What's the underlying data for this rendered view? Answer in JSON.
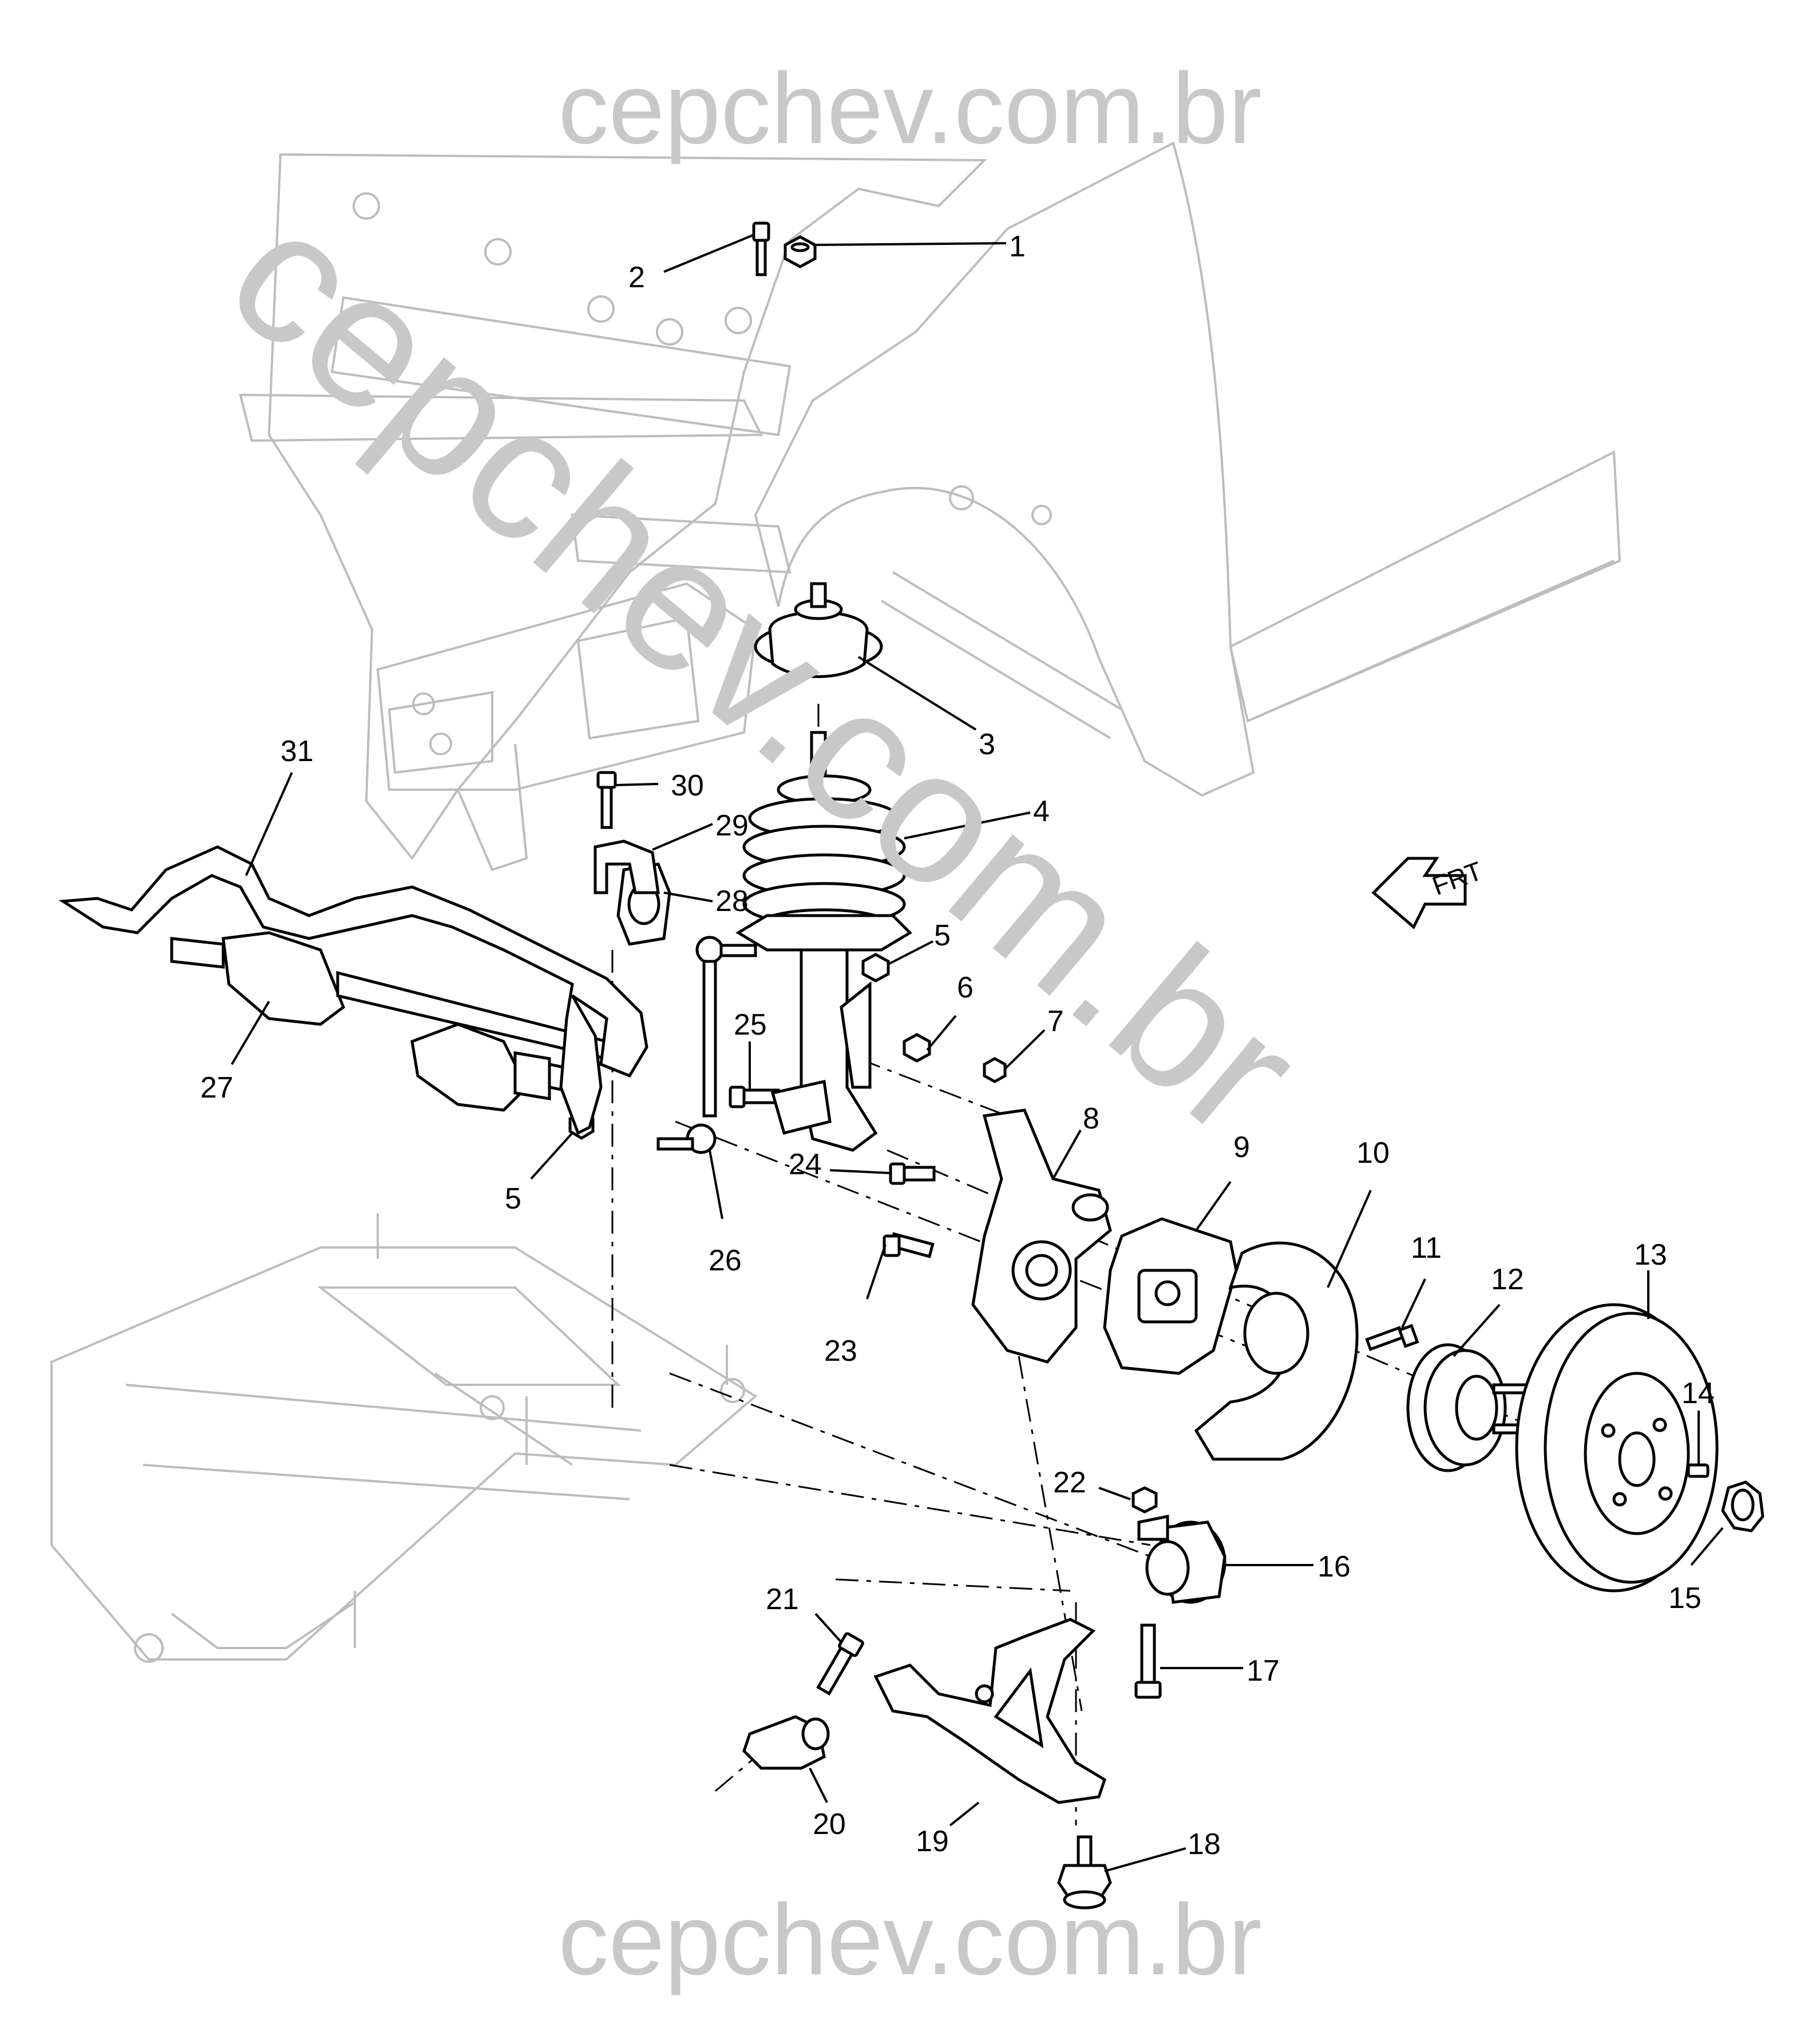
{
  "watermark": {
    "top": "cepchev.com.br",
    "bottom": "cepchev.com.br",
    "diagonal": "cepchev.com.br"
  },
  "frt_label": "FRT",
  "callouts": [
    {
      "id": "1",
      "label": "1"
    },
    {
      "id": "2",
      "label": "2"
    },
    {
      "id": "3",
      "label": "3"
    },
    {
      "id": "4",
      "label": "4"
    },
    {
      "id": "5a",
      "label": "5"
    },
    {
      "id": "5b",
      "label": "5"
    },
    {
      "id": "6",
      "label": "6"
    },
    {
      "id": "7",
      "label": "7"
    },
    {
      "id": "8",
      "label": "8"
    },
    {
      "id": "9",
      "label": "9"
    },
    {
      "id": "10",
      "label": "10"
    },
    {
      "id": "11",
      "label": "11"
    },
    {
      "id": "12",
      "label": "12"
    },
    {
      "id": "13",
      "label": "13"
    },
    {
      "id": "14",
      "label": "14"
    },
    {
      "id": "15",
      "label": "15"
    },
    {
      "id": "16",
      "label": "16"
    },
    {
      "id": "17",
      "label": "17"
    },
    {
      "id": "18",
      "label": "18"
    },
    {
      "id": "19",
      "label": "19"
    },
    {
      "id": "20",
      "label": "20"
    },
    {
      "id": "21",
      "label": "21"
    },
    {
      "id": "22",
      "label": "22"
    },
    {
      "id": "23",
      "label": "23"
    },
    {
      "id": "24",
      "label": "24"
    },
    {
      "id": "25",
      "label": "25"
    },
    {
      "id": "26",
      "label": "26"
    },
    {
      "id": "27",
      "label": "27"
    },
    {
      "id": "28",
      "label": "28"
    },
    {
      "id": "29",
      "label": "29"
    },
    {
      "id": "30",
      "label": "30"
    },
    {
      "id": "31",
      "label": "31"
    }
  ]
}
